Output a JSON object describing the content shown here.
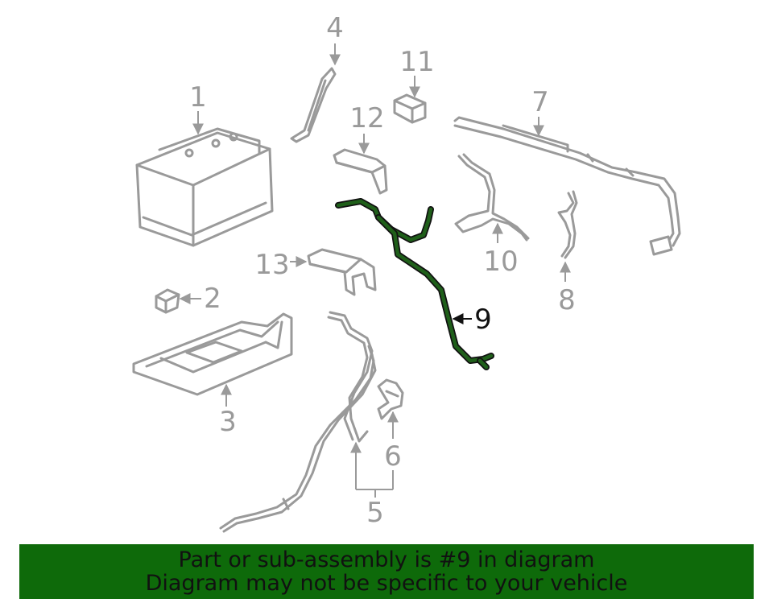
{
  "callouts": {
    "c1": "1",
    "c2": "2",
    "c3": "3",
    "c4": "4",
    "c5": "5",
    "c6": "6",
    "c7": "7",
    "c8": "8",
    "c9": "9",
    "c10": "10",
    "c11": "11",
    "c12": "12",
    "c13": "13"
  },
  "highlighted_part": "9",
  "colors": {
    "highlight": "#1f5f1a",
    "banner": "#0e6a0a",
    "linework": "#9a9a9a"
  },
  "banner": {
    "line1": "Part or sub-assembly is #9 in diagram",
    "line2": "Diagram may not be specific to your vehicle"
  }
}
